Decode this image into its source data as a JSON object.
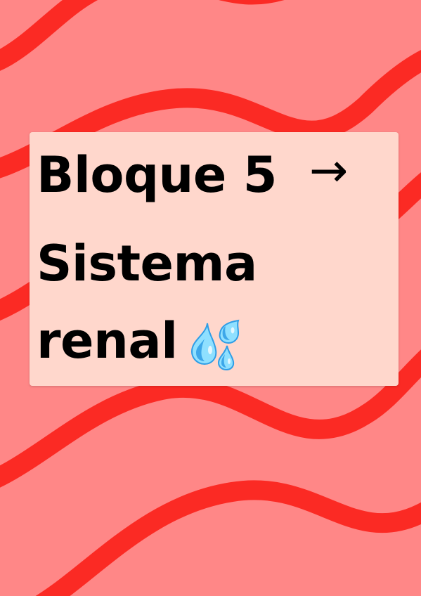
{
  "colors": {
    "background": "#ff8787",
    "wave": "#fb2a24",
    "card": "#ffd7cc",
    "text": "#000000",
    "drop_light": "#8fe0ff",
    "drop_dark": "#2f9ee6"
  },
  "title": {
    "line1": "Bloque 5",
    "arrow": "→",
    "line2": "Sistema",
    "line3": "renal"
  },
  "icons": {
    "title_icon": "sweat-droplets-icon"
  }
}
